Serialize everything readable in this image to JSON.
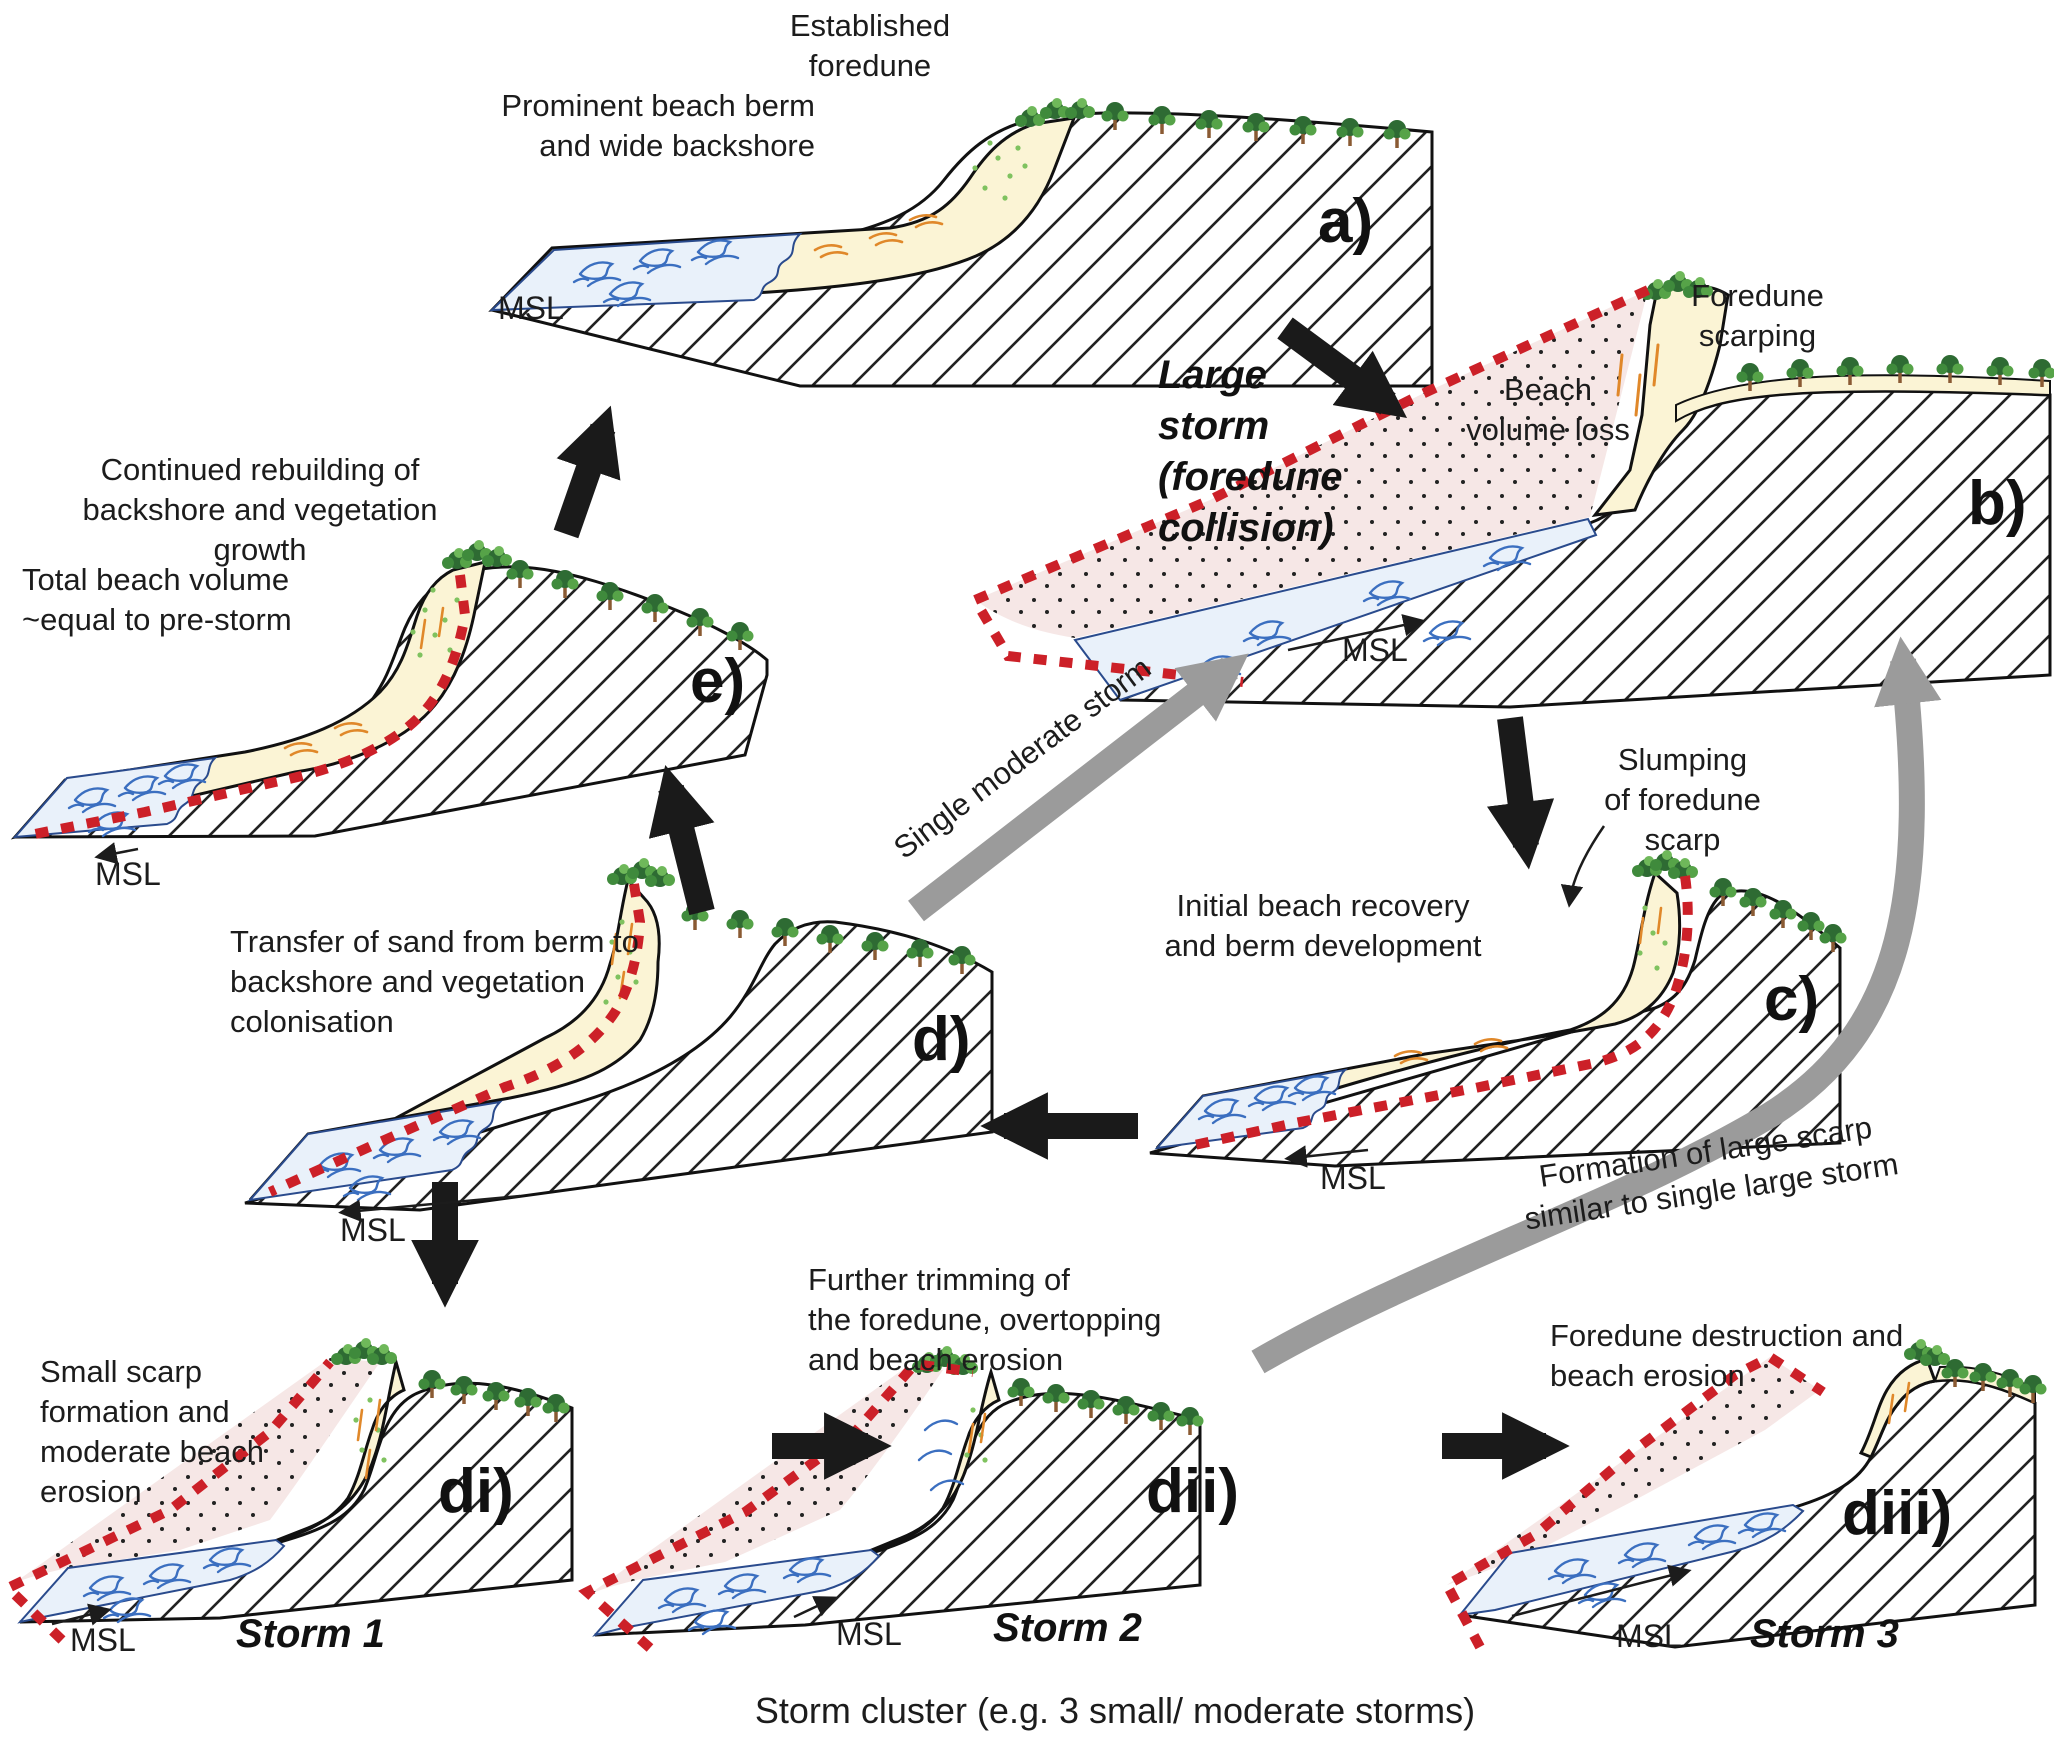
{
  "msl": "MSL",
  "caption": "Storm cluster (e.g. 3 small/ moderate storms)",
  "panels": {
    "a": {
      "letter": "a)",
      "label_foredune": "Established\nforedune",
      "label_berm": "Prominent beach berm\nand wide backshore"
    },
    "b": {
      "letter": "b)",
      "label_scarping": "Foredune\nscarping",
      "label_loss": "Beach\nvolume loss"
    },
    "c": {
      "letter": "c)",
      "label_slumping": "Slumping\nof foredune\nscarp",
      "label_recovery": "Initial beach recovery\nand berm development"
    },
    "d": {
      "letter": "d)",
      "label_transfer": "Transfer of sand from berm to\nbackshore and vegetation\ncolonisation"
    },
    "e": {
      "letter": "e)",
      "label_rebuilding": "Continued rebuilding of\nbackshore and vegetation growth",
      "label_volume": "Total beach volume\n~equal to pre-storm"
    },
    "di": {
      "letter": "di)",
      "label": "Small scarp\nformation and\nmoderate beach\nerosion",
      "storm": "Storm 1"
    },
    "dii": {
      "letter": "dii)",
      "label": "Further trimming of\nthe foredune, overtopping\nand beach erosion",
      "storm": "Storm 2"
    },
    "diii": {
      "letter": "diii)",
      "label": "Foredune destruction and\nbeach erosion",
      "storm": "Storm 3"
    }
  },
  "transitions": {
    "large_storm": "Large\nstorm\n(foredune\ncollision)",
    "single_moderate_storm": "Single moderate storm",
    "formation_large_scarp": "Formation of large scarp\nsimilar to single large storm"
  },
  "colors": {
    "sand": "#fbf4d5",
    "water": "#e9f1fa",
    "hatch_line": "#222222",
    "vegetation_dark": "#2e6b33",
    "vegetation_light": "#7fc25f",
    "red_dotted": "#cc2028",
    "pink_loss": "#f6e7e6",
    "arrow_black": "#1a1a1a",
    "arrow_gray": "#9b9b9b",
    "sand_squiggle_orange": "#e0882a",
    "wave_blue": "#3b6fc0"
  }
}
